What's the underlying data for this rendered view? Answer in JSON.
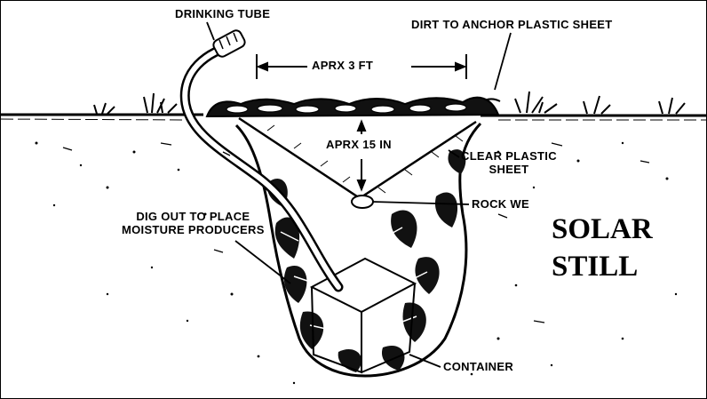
{
  "labels": {
    "drinking_tube": "DRINKING TUBE",
    "dirt_anchor": "DIRT TO ANCHOR PLASTIC SHEET",
    "width": "APRX 3 FT",
    "depth": "APRX 15 IN",
    "plastic_sheet_line1": "CLEAR PLASTIC",
    "plastic_sheet_line2": "SHEET",
    "rock": "ROCK WE",
    "dig_out_line1": "DIG OUT TO PLACE",
    "dig_out_line2": "MOISTURE PRODUCERS",
    "container": "CONTAINER"
  },
  "title": {
    "line1": "SOLAR",
    "line2": "STILL"
  },
  "colors": {
    "ink": "#000000",
    "paper": "#ffffff"
  }
}
